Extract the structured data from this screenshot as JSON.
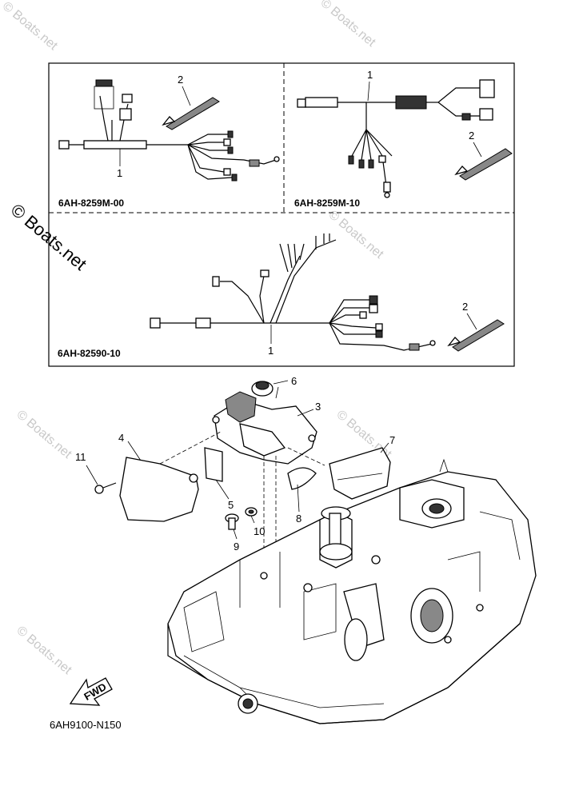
{
  "watermark": "© Boats.net",
  "diagram_code": "6AH9100-N150",
  "fwd_label": "FWD",
  "kits": [
    {
      "code": "6AH-8259M-00",
      "callouts": [
        "1",
        "2"
      ]
    },
    {
      "code": "6AH-8259M-10",
      "callouts": [
        "1",
        "2"
      ]
    },
    {
      "code": "6AH-82590-10",
      "callouts": [
        "1",
        "2"
      ]
    }
  ],
  "callouts": [
    "3",
    "4",
    "5",
    "6",
    "7",
    "8",
    "9",
    "10",
    "11"
  ]
}
